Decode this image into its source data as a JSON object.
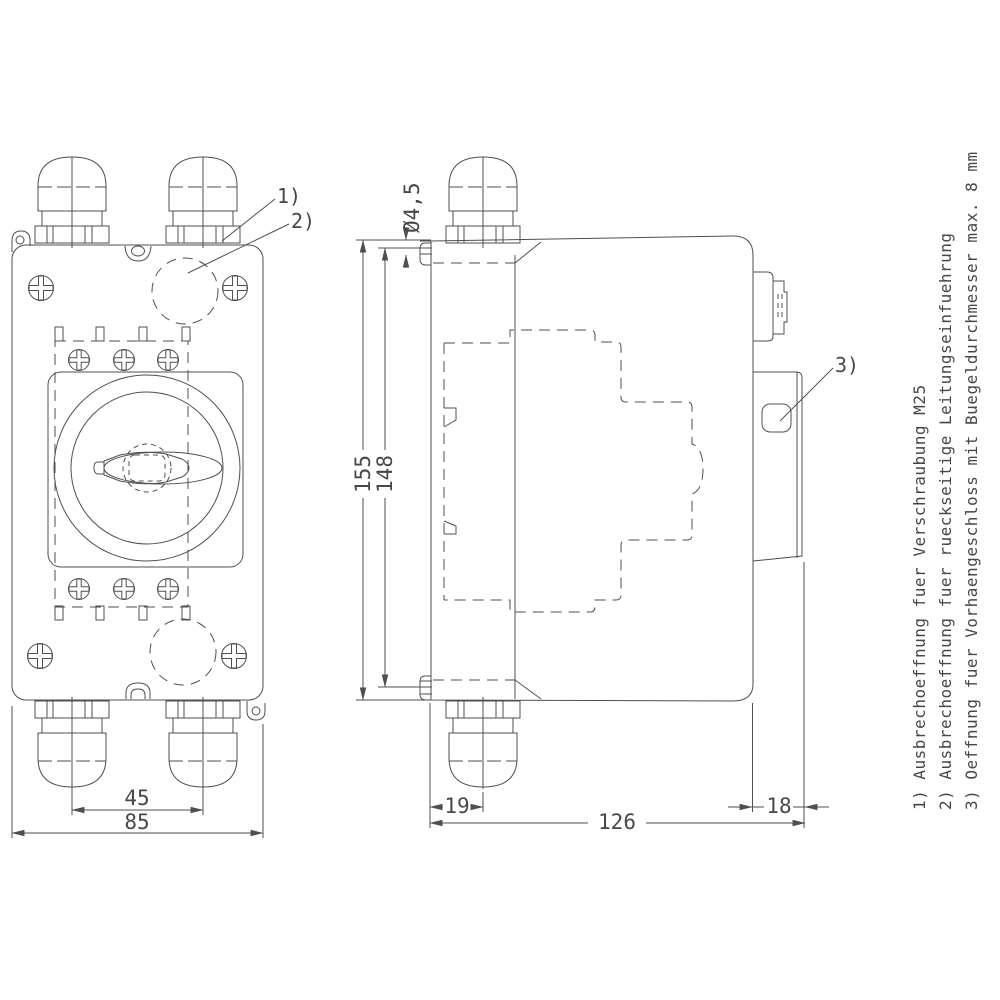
{
  "drawing": {
    "dimensions": {
      "gland_spacing": "45",
      "enclosure_width": "85",
      "enclosure_height": "155",
      "mounting_hole_distance": "148",
      "mounting_hole_diameter": "Ø4,5",
      "gland_center_offset": "19",
      "enclosure_depth": "126",
      "lock_bracket_depth": "18"
    },
    "callouts": {
      "one": "1)",
      "two": "2)",
      "three": "3)"
    },
    "notes": {
      "note1": "1) Ausbrechoeffnung fuer Verschraubung M25",
      "note2": "2) Ausbrechoeffnung fuer rueckseitige Leitungseinfuehrung",
      "note3": "3) Oeffnung fuer Vorhaengeschloss mit Buegeldurchmesser max. 8 mm"
    }
  }
}
